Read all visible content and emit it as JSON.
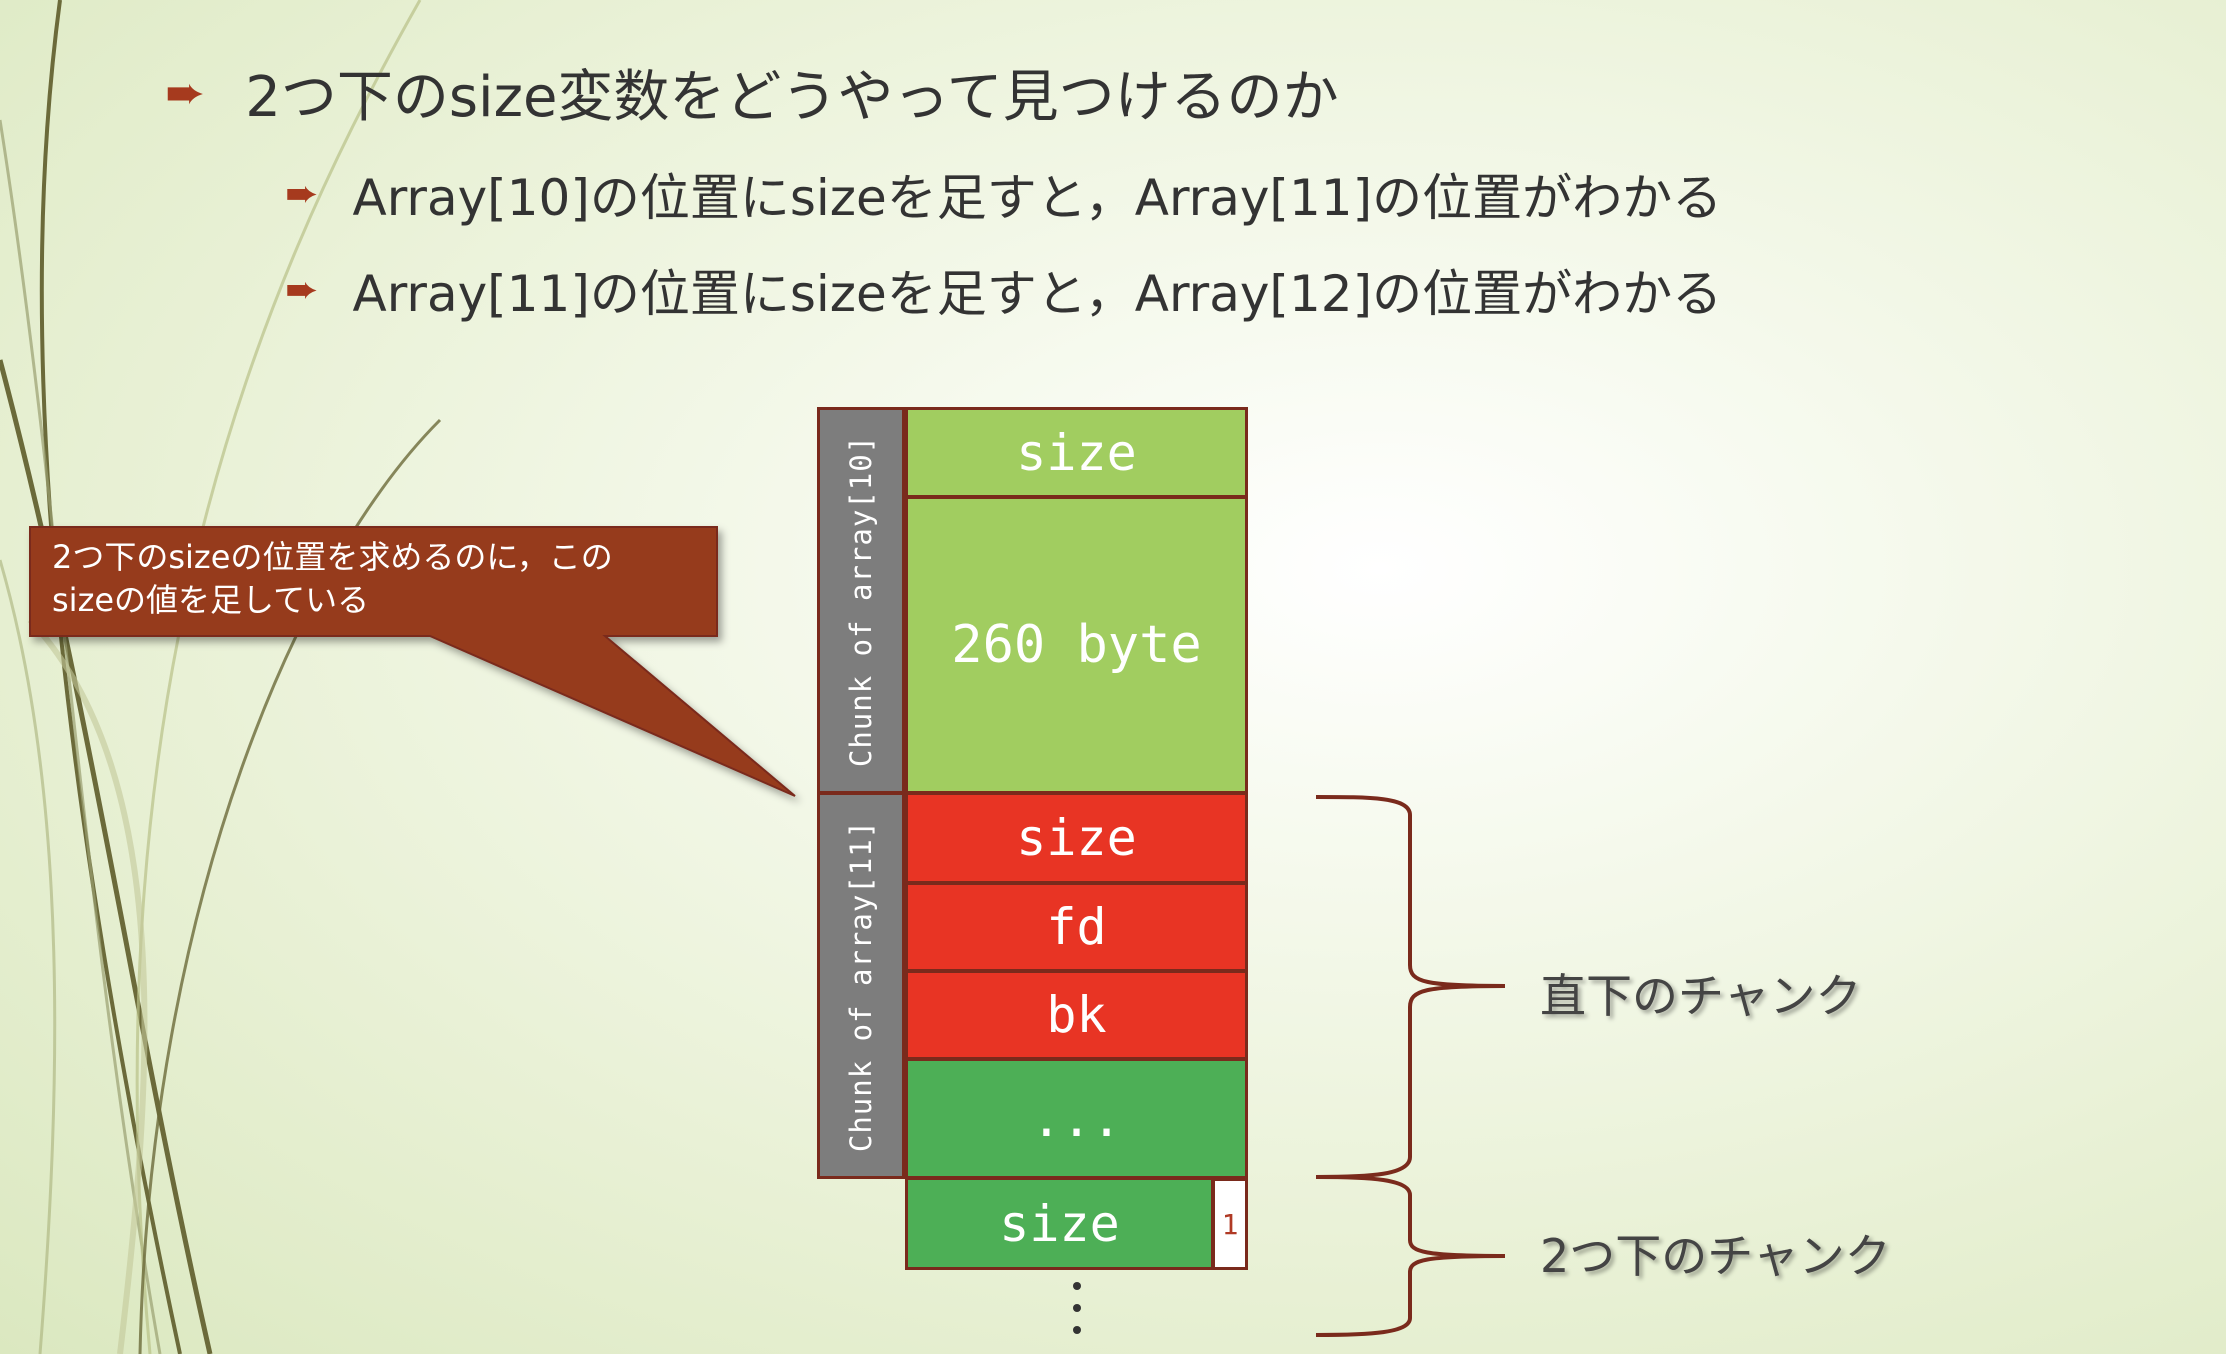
{
  "slide": {
    "bullet_main": "2つ下のsize変数をどうやって見つけるのか",
    "bullet_sub1": "Array[10]の位置にsizeを足すと，Array[11]の位置がわかる",
    "bullet_sub2": "Array[11]の位置にsizeを足すと，Array[12]の位置がわかる",
    "bullet_symbol": "➨"
  },
  "callout": {
    "line1": "2つ下のsizeの位置を求めるのに，この",
    "line2": "sizeの値を足している"
  },
  "memory": {
    "chunk10_label": "Chunk of array[10]",
    "chunk11_label": "Chunk of array[11]",
    "cells": {
      "size_a": "size",
      "data": "260 byte",
      "size_b": "size",
      "fd": "fd",
      "bk": "bk",
      "ellipsis": "...",
      "size_c": "size"
    },
    "flag_bit": "1"
  },
  "braces": {
    "next_chunk": "直下のチャンク",
    "two_below_chunk": "2つ下のチャンク"
  },
  "colors": {
    "accent": "#a63a1e",
    "callout_fill": "#963a1e",
    "cell_size_top": "#a1cd60",
    "cell_red": "#e83424",
    "cell_green": "#4daf56",
    "label_gray": "#7d7d7d",
    "outline": "#7a2a1c"
  }
}
